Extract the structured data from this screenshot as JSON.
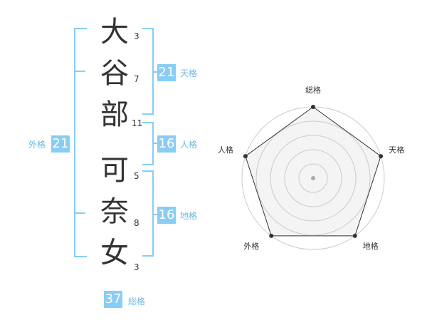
{
  "name": {
    "chars": [
      {
        "char": "大",
        "strokes": "3"
      },
      {
        "char": "谷",
        "strokes": "7"
      },
      {
        "char": "部",
        "strokes": "11"
      },
      {
        "char": "可",
        "strokes": "5"
      },
      {
        "char": "奈",
        "strokes": "8"
      },
      {
        "char": "女",
        "strokes": "3"
      }
    ]
  },
  "fortune": {
    "tenkaku": {
      "value": "21",
      "label": "天格"
    },
    "jinkaku": {
      "value": "16",
      "label": "人格"
    },
    "chikaku": {
      "value": "16",
      "label": "地格"
    },
    "gaikaku": {
      "value": "21",
      "label": "外格"
    },
    "soukaku": {
      "value": "37",
      "label": "総格"
    }
  },
  "chart_data": {
    "type": "radar",
    "axes": [
      "総格",
      "天格",
      "地格",
      "外格",
      "人格"
    ],
    "values": [
      5,
      5,
      5,
      5,
      5
    ],
    "rmax": 5,
    "rings": 5,
    "colors": {
      "fill": "#f0f0f0",
      "line": "#333333",
      "ring": "#cccccc",
      "center": "#aaaaaa"
    }
  }
}
